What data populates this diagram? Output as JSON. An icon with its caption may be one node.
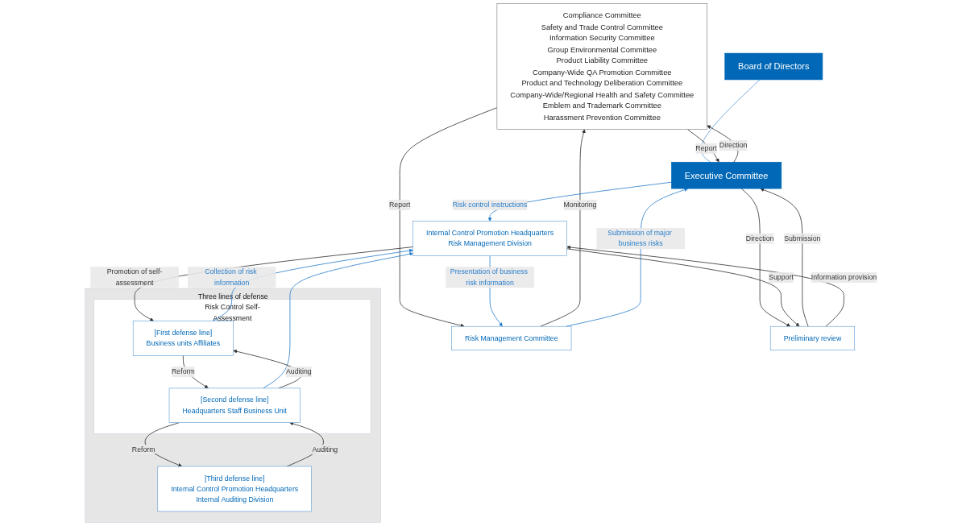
{
  "diagram": {
    "nodes": [
      {
        "text": [
          "Board of Directors"
        ]
      },
      {
        "text": [
          "Executive Committee"
        ]
      },
      {
        "text": [
          "Compliance Committee",
          "Safety and Trade Control Committee",
          "Information Security Committee",
          "Group Environmental Committee",
          "Product Liability Committee",
          "Company-Wide QA Promotion Committee",
          "Product and Technology Deliberation Committee",
          "Company-Wide/Regional Health and Safety Committee",
          "Emblem and Trademark Committee",
          "Harassment Prevention Committee"
        ]
      },
      {
        "text": [
          "Risk Management Committee"
        ]
      },
      {
        "text": [
          "Internal Control Promotion Headquarters",
          "Risk Management Division"
        ]
      },
      {
        "text": [
          "Preliminary review"
        ]
      },
      {
        "text": [
          "Three lines of defense"
        ]
      },
      {
        "text": [
          "Risk Control Self-Assessment"
        ],
        "in": 6
      },
      {
        "text": [
          "[First defense line]",
          "Business units Affiliates"
        ],
        "in": 7
      },
      {
        "text": [
          "[Second defense line]",
          "Headquarters Staff Business Unit"
        ],
        "in": 7
      },
      {
        "text": [
          "[Third defense line]",
          "Internal Control Promotion Headquarters",
          "Internal Auditing Division"
        ],
        "in": 6
      }
    ],
    "edges": [
      {
        "from": 0,
        "to": 1,
        "arrow": "none",
        "color": "#5b9bd5"
      },
      {
        "from": 2,
        "to": 1,
        "arrow": "to",
        "label": "Report"
      },
      {
        "from": 1,
        "to": 2,
        "arrow": "to",
        "label": "Direction"
      },
      {
        "from": 2,
        "to": 3,
        "arrow": "to",
        "label": "Report"
      },
      {
        "from": 3,
        "to": 2,
        "arrow": "to",
        "label": "Monitoring"
      },
      {
        "from": 3,
        "to": 1,
        "arrow": "to",
        "label": "Submission of major business risks",
        "color": "#2a7fcc"
      },
      {
        "from": 4,
        "to": 3,
        "arrow": "to",
        "label": "Presentation of business risk information",
        "color": "#2a7fcc"
      },
      {
        "from": 1,
        "to": 4,
        "arrow": "to",
        "label": "Risk control instructions",
        "color": "#2a7fcc"
      },
      {
        "from": 1,
        "to": 5,
        "arrow": "to",
        "label": "Direction"
      },
      {
        "from": 5,
        "to": 1,
        "arrow": "to",
        "label": "Submission"
      },
      {
        "from": 4,
        "to": 5,
        "arrow": "to",
        "label": "Support"
      },
      {
        "from": 5,
        "to": 4,
        "arrow": "to",
        "label": "Information provision"
      },
      {
        "from": 4,
        "to": 8,
        "arrow": "to",
        "label": "Promotion of self-assessment"
      },
      {
        "from": 8,
        "to": 4,
        "arrow": "to",
        "label": "Collection of risk information",
        "color": "#2a7fcc"
      },
      {
        "from": 9,
        "to": 4,
        "arrow": "to",
        "color": "#2a7fcc"
      },
      {
        "from": 8,
        "to": 9,
        "arrow": "to",
        "label": "Reform"
      },
      {
        "from": 9,
        "to": 8,
        "arrow": "to",
        "label": "Auditing"
      },
      {
        "from": 9,
        "to": 10,
        "arrow": "to",
        "label": "Reform"
      },
      {
        "from": 10,
        "to": 9,
        "arrow": "to",
        "label": "Auditing"
      }
    ]
  }
}
